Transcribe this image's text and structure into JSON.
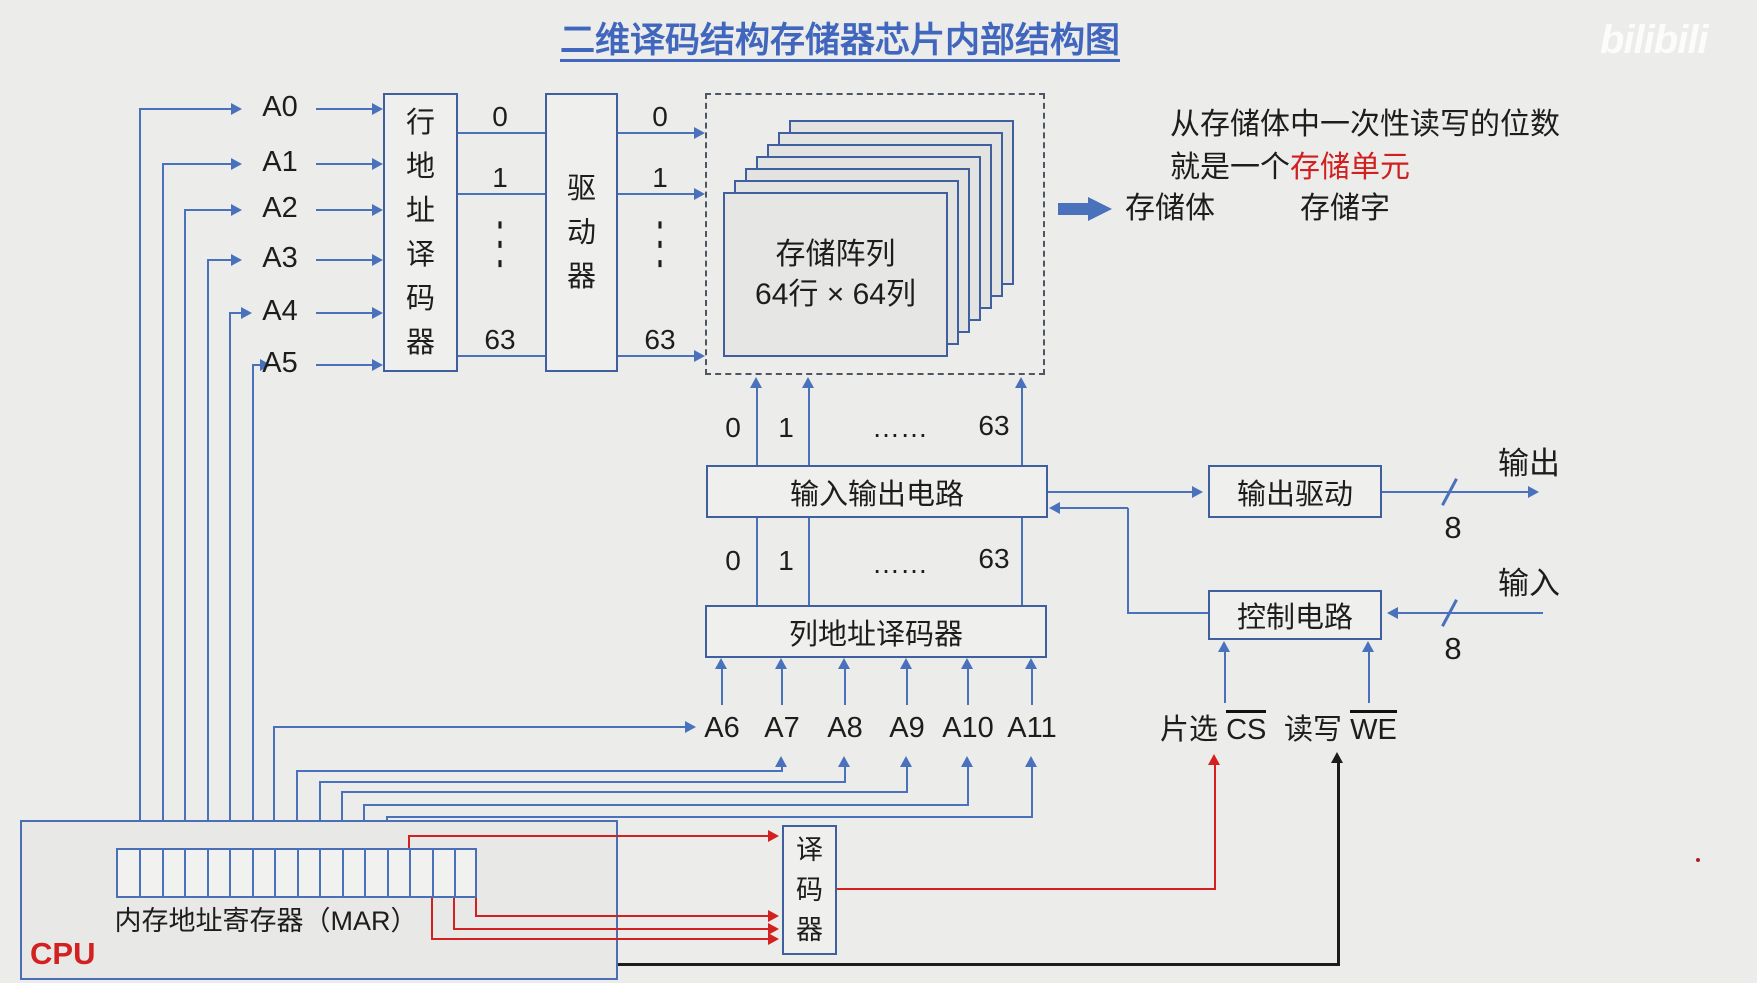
{
  "title": "二维译码结构存储器芯片内部结构图",
  "watermark": "bilibili",
  "left_address_bits": [
    "A0",
    "A1",
    "A2",
    "A3",
    "A4",
    "A5"
  ],
  "bottom_address_bits": [
    "A6",
    "A7",
    "A8",
    "A9",
    "A10",
    "A11"
  ],
  "boxes": {
    "row_decoder": "行地址译码器",
    "driver": "驱动器",
    "memory_array_line1": "存储阵列",
    "memory_array_line2": "64行 × 64列",
    "io_circuit": "输入输出电路",
    "col_decoder": "列地址译码器",
    "output_driver": "输出驱动",
    "control_circuit": "控制电路",
    "decoder": "译码器"
  },
  "cpu": {
    "name": "CPU",
    "register": "内存地址寄存器（MAR）"
  },
  "row_indices": {
    "zero": "0",
    "one": "1",
    "dots": "⋮",
    "last": "63"
  },
  "col_indices": {
    "zero": "0",
    "one": "1",
    "dots": "……",
    "last": "63"
  },
  "signals": {
    "output": "输出",
    "input": "输入",
    "bus_width": "8",
    "chip_select": {
      "prefix": "片选",
      "name": "CS"
    },
    "write_enable": {
      "prefix": "读写",
      "name": "WE"
    }
  },
  "annotation": {
    "line1": "从存储体中一次性读写的位数",
    "line2_prefix": "就是一个",
    "line2_highlight": "存储单元",
    "bank_label": "存储体",
    "word_label": "存储字"
  },
  "colors": {
    "line_blue": "#4a72bc",
    "accent_red": "#d32020",
    "title_blue": "#4166bd",
    "background": "#ececea"
  }
}
